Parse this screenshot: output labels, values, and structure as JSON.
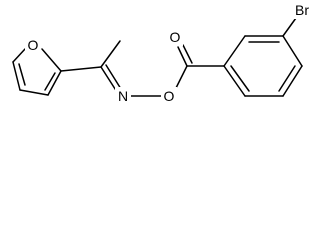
{
  "molecule": {
    "atoms": {
      "ring_oxygen": "O",
      "imine_nitrogen": "N",
      "ester_oxygen": "O",
      "carbonyl_oxygen": "O",
      "bromine": "Br"
    }
  }
}
